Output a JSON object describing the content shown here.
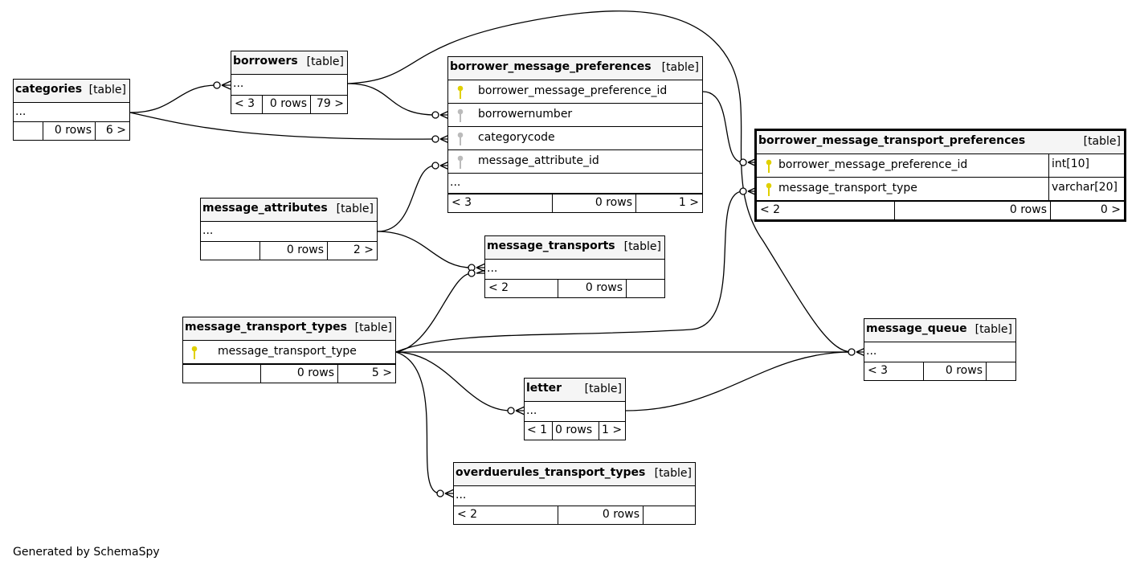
{
  "tables": {
    "categories": {
      "name": "categories",
      "type": "[table]",
      "ellipsis": "...",
      "footer": [
        "",
        "0 rows",
        "6 >"
      ]
    },
    "borrowers": {
      "name": "borrowers",
      "type": "[table]",
      "ellipsis": "...",
      "footer": [
        "< 3",
        "0 rows",
        "79 >"
      ]
    },
    "borrower_message_preferences": {
      "name": "borrower_message_preferences",
      "type": "[table]",
      "columns": [
        "borrower_message_preference_id",
        "borrowernumber",
        "categorycode",
        "message_attribute_id"
      ],
      "ellipsis": "...",
      "footer": [
        "< 3",
        "0 rows",
        "1 >"
      ]
    },
    "borrower_message_transport_preferences": {
      "name": "borrower_message_transport_preferences",
      "type": "[table]",
      "columns": [
        {
          "name": "borrower_message_preference_id",
          "type": "int[10]"
        },
        {
          "name": "message_transport_type",
          "type": "varchar[20]"
        }
      ],
      "footer": [
        "< 2",
        "0 rows",
        "0 >"
      ]
    },
    "message_attributes": {
      "name": "message_attributes",
      "type": "[table]",
      "ellipsis": "...",
      "footer": [
        "",
        "0 rows",
        "2 >"
      ]
    },
    "message_transports": {
      "name": "message_transports",
      "type": "[table]",
      "ellipsis": "...",
      "footer": [
        "< 2",
        "0 rows",
        ""
      ]
    },
    "message_transport_types": {
      "name": "message_transport_types",
      "type": "[table]",
      "columns": [
        "message_transport_type"
      ],
      "footer": [
        "",
        "0 rows",
        "5 >"
      ]
    },
    "message_queue": {
      "name": "message_queue",
      "type": "[table]",
      "ellipsis": "...",
      "footer": [
        "< 3",
        "0 rows",
        ""
      ]
    },
    "letter": {
      "name": "letter",
      "type": "[table]",
      "ellipsis": "...",
      "footer": [
        "< 1",
        "0 rows",
        "1 >"
      ]
    },
    "overduerules_transport_types": {
      "name": "overduerules_transport_types",
      "type": "[table]",
      "ellipsis": "...",
      "footer": [
        "< 2",
        "0 rows",
        ""
      ]
    }
  },
  "colors": {
    "primary_key_icon": "#e0d000",
    "foreign_key_icon": "#bbbbbb",
    "header_bg": "#f5f5f5",
    "line": "#000000"
  },
  "footer_note": "Generated by SchemaSpy"
}
